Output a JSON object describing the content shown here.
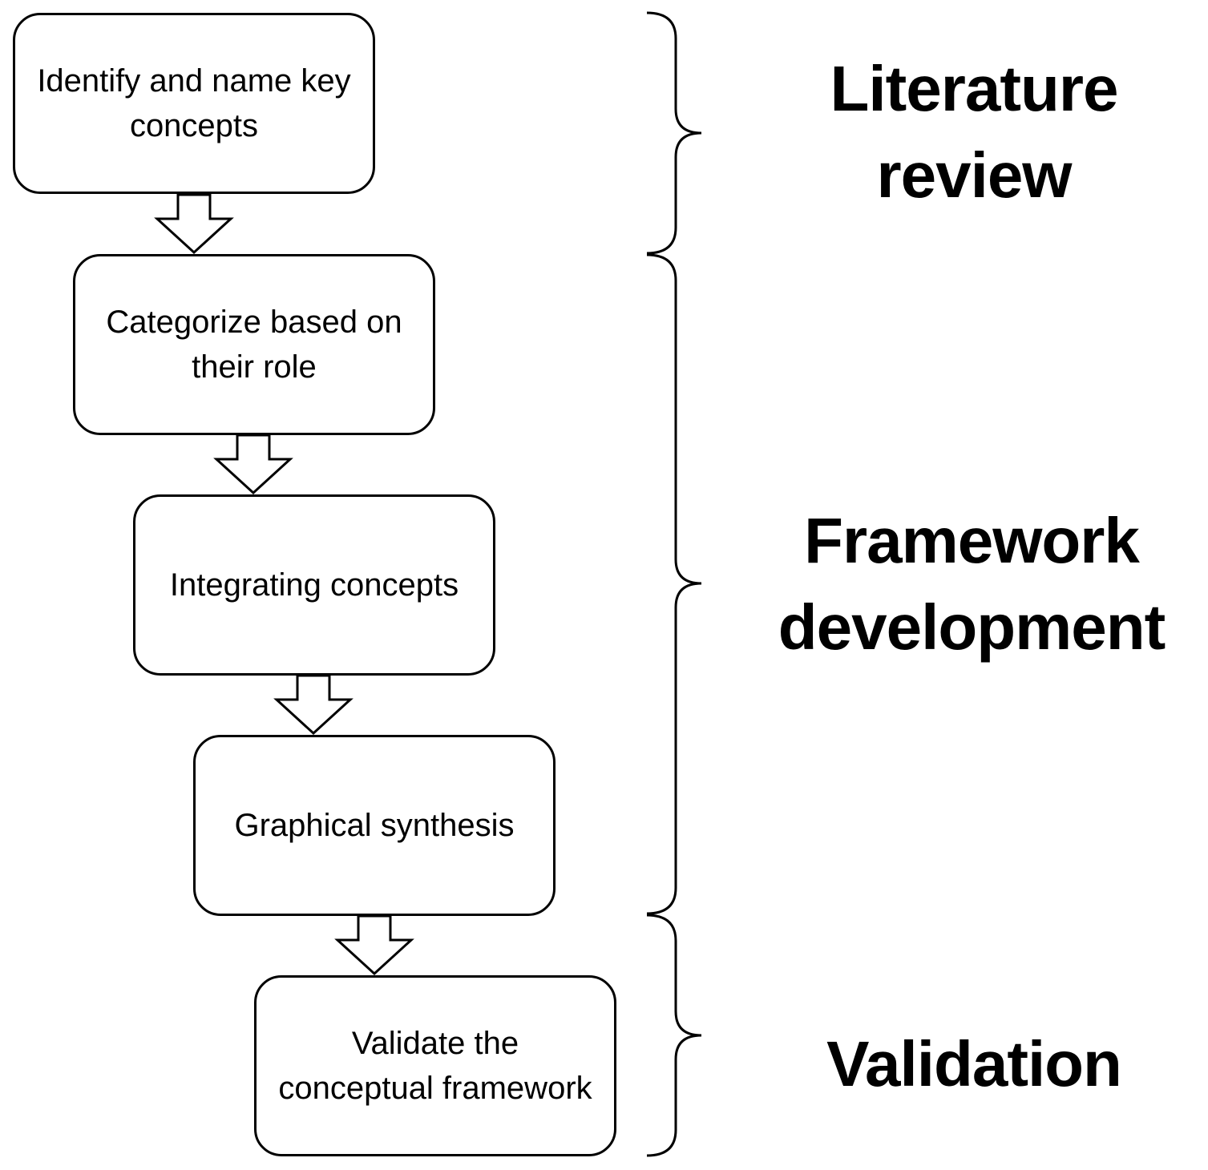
{
  "diagram": {
    "steps": [
      {
        "label": "Identify and name key\nconcepts"
      },
      {
        "label": "Categorize based on\ntheir role"
      },
      {
        "label": "Integrating concepts"
      },
      {
        "label": "Graphical synthesis"
      },
      {
        "label": "Validate the\nconceptual framework"
      }
    ],
    "phases": [
      {
        "label": "Literature\nreview"
      },
      {
        "label": "Framework\ndevelopment"
      },
      {
        "label": "Validation"
      }
    ],
    "colors": {
      "stroke": "#000000",
      "fill": "#ffffff"
    }
  }
}
